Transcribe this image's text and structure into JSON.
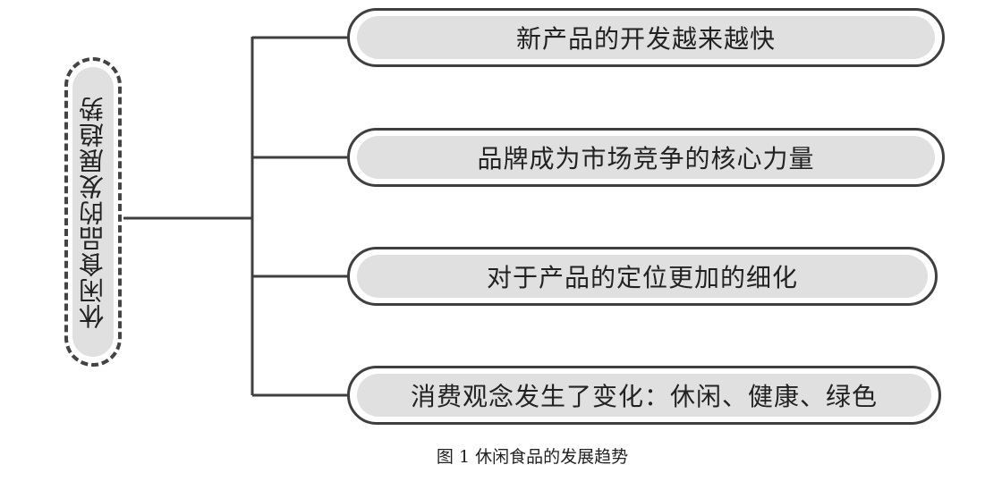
{
  "root": {
    "label": "休闲食品的发展趋势"
  },
  "branches": [
    {
      "label": "新产品的开发越来越快"
    },
    {
      "label": "品牌成为市场竞争的核心力量"
    },
    {
      "label": "对于产品的定位更加的细化"
    },
    {
      "label": "消费观念发生了变化：休闲、健康、绿色"
    }
  ],
  "caption": "图 1  休闲食品的发展趋势",
  "colors": {
    "line": "#3f3f3f",
    "node_fill": "#e0e0e0"
  }
}
